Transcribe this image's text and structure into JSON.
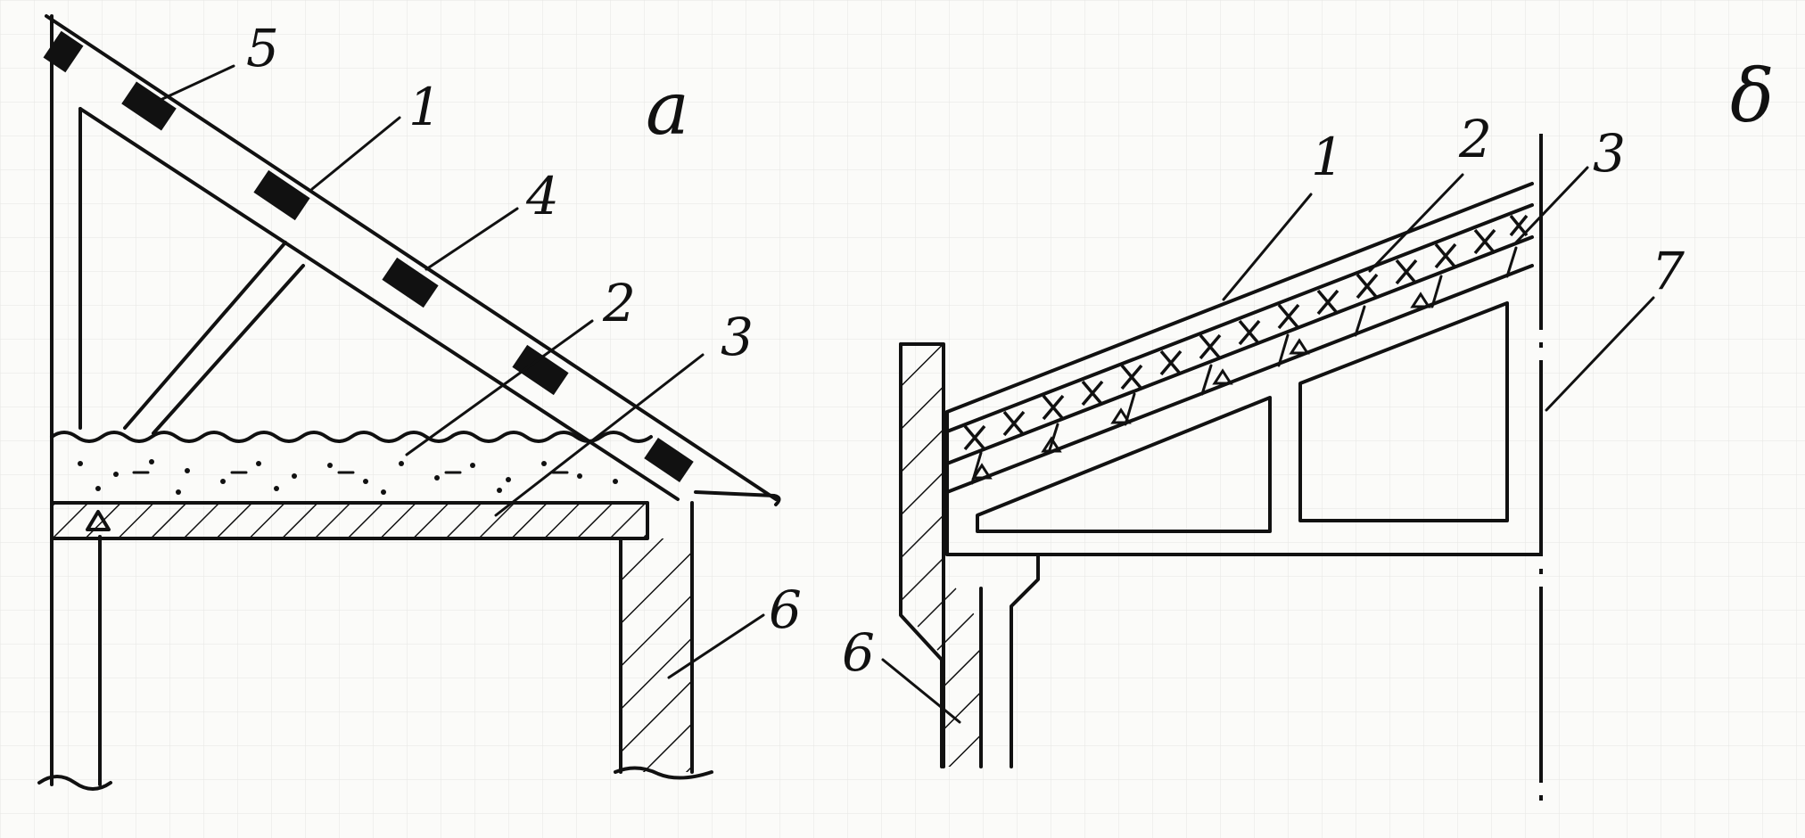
{
  "panel_a": {
    "title": "a",
    "callouts": [
      "1",
      "2",
      "3",
      "4",
      "5",
      "6"
    ]
  },
  "panel_b": {
    "title": "δ",
    "callouts": [
      "1",
      "2",
      "3",
      "6",
      "7"
    ]
  }
}
